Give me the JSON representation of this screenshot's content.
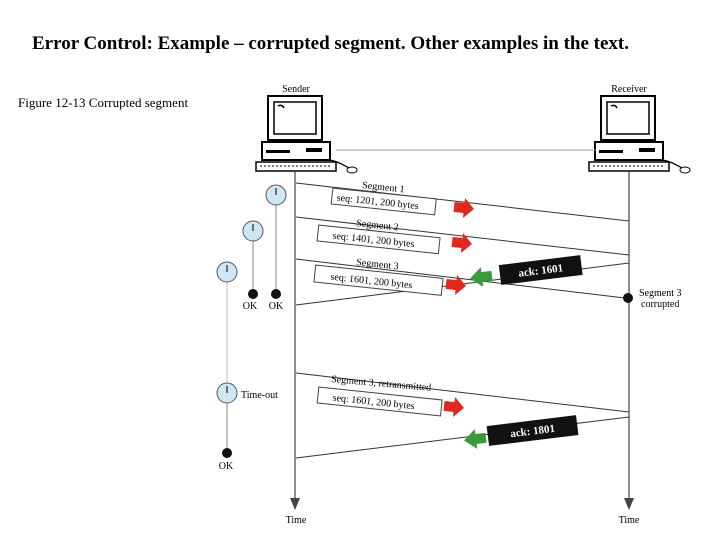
{
  "slide": {
    "title": "Error Control: Example – corrupted segment. Other examples in the text.",
    "caption": "Figure  12-13  Corrupted segment"
  },
  "diagram": {
    "sender_label": "Sender",
    "receiver_label": "Receiver",
    "segments": [
      {
        "name": "Segment 1",
        "info": "seq: 1201, 200 bytes"
      },
      {
        "name": "Segment 2",
        "info": "seq: 1401, 200 bytes"
      },
      {
        "name": "Segment 3",
        "info": "seq: 1601, 200 bytes"
      },
      {
        "name": "Segment 3, retransmitted",
        "info": "seq: 1601, 200 bytes"
      }
    ],
    "acks": [
      "ack: 1601",
      "ack: 1801"
    ],
    "receiver_note_line1": "Segment 3",
    "receiver_note_line2": "corrupted",
    "ok_label": "OK",
    "timeout_label": "Time-out",
    "time_label": "Time",
    "colors": {
      "data_arrow": "#e0281e",
      "ack_arrow": "#3a9a3a",
      "timer_fill": "#cfe6f4",
      "ack_box": "#111111"
    }
  }
}
